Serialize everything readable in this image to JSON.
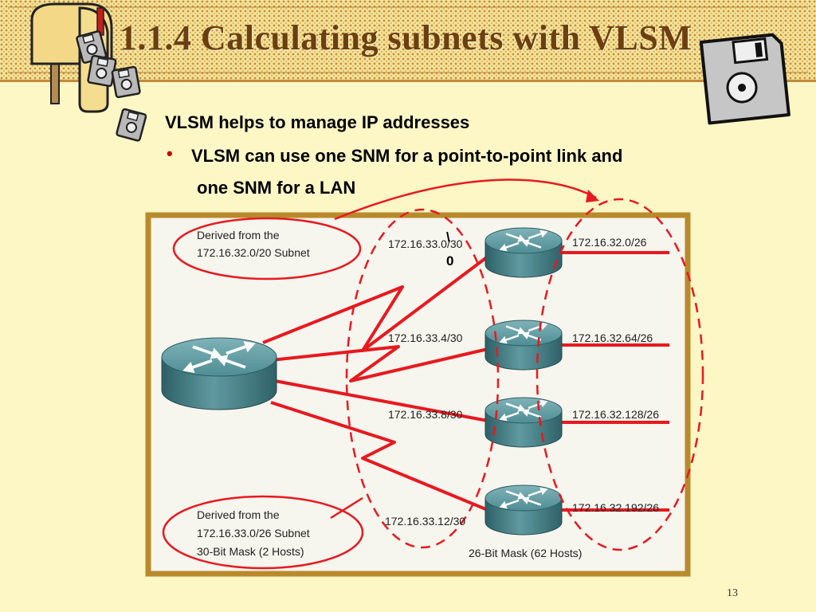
{
  "slide": {
    "title": "1.1.4 Calculating subnets with VLSM",
    "line1": "VLSM helps to manage IP addresses",
    "bullet_marker": "•",
    "line2": "VLSM can use one SNM for a point-to-point link and",
    "line3": "one SNM for a LAN",
    "page_number": "13"
  },
  "diagram": {
    "callout_top": [
      "Derived from the",
      "172.16.32.0/20 Subnet"
    ],
    "callout_bottom": [
      "Derived from the",
      "172.16.33.0/26 Subnet",
      "30-Bit Mask (2 Hosts)"
    ],
    "wan_links": [
      "172.16.33.0/30",
      "172.16.33.4/30",
      "172.16.33.8/30",
      "172.16.33.12/30"
    ],
    "lan_links": [
      "172.16.32.0/26",
      "172.16.32.64/26",
      "172.16.32.128/26",
      "172.16.32.192/26"
    ],
    "lan_mask_caption": "26-Bit Mask (62 Hosts)",
    "overlay_annotation": [
      "\\",
      "0"
    ]
  },
  "colors": {
    "link_red": "#e8191f",
    "router_teal": "#3f7f86",
    "diagram_bg": "#f6f5ee",
    "frame_gold": "#b98a2c"
  },
  "icons": [
    "mailbox-clipart",
    "floppy-disk-clipart",
    "router-icon"
  ]
}
